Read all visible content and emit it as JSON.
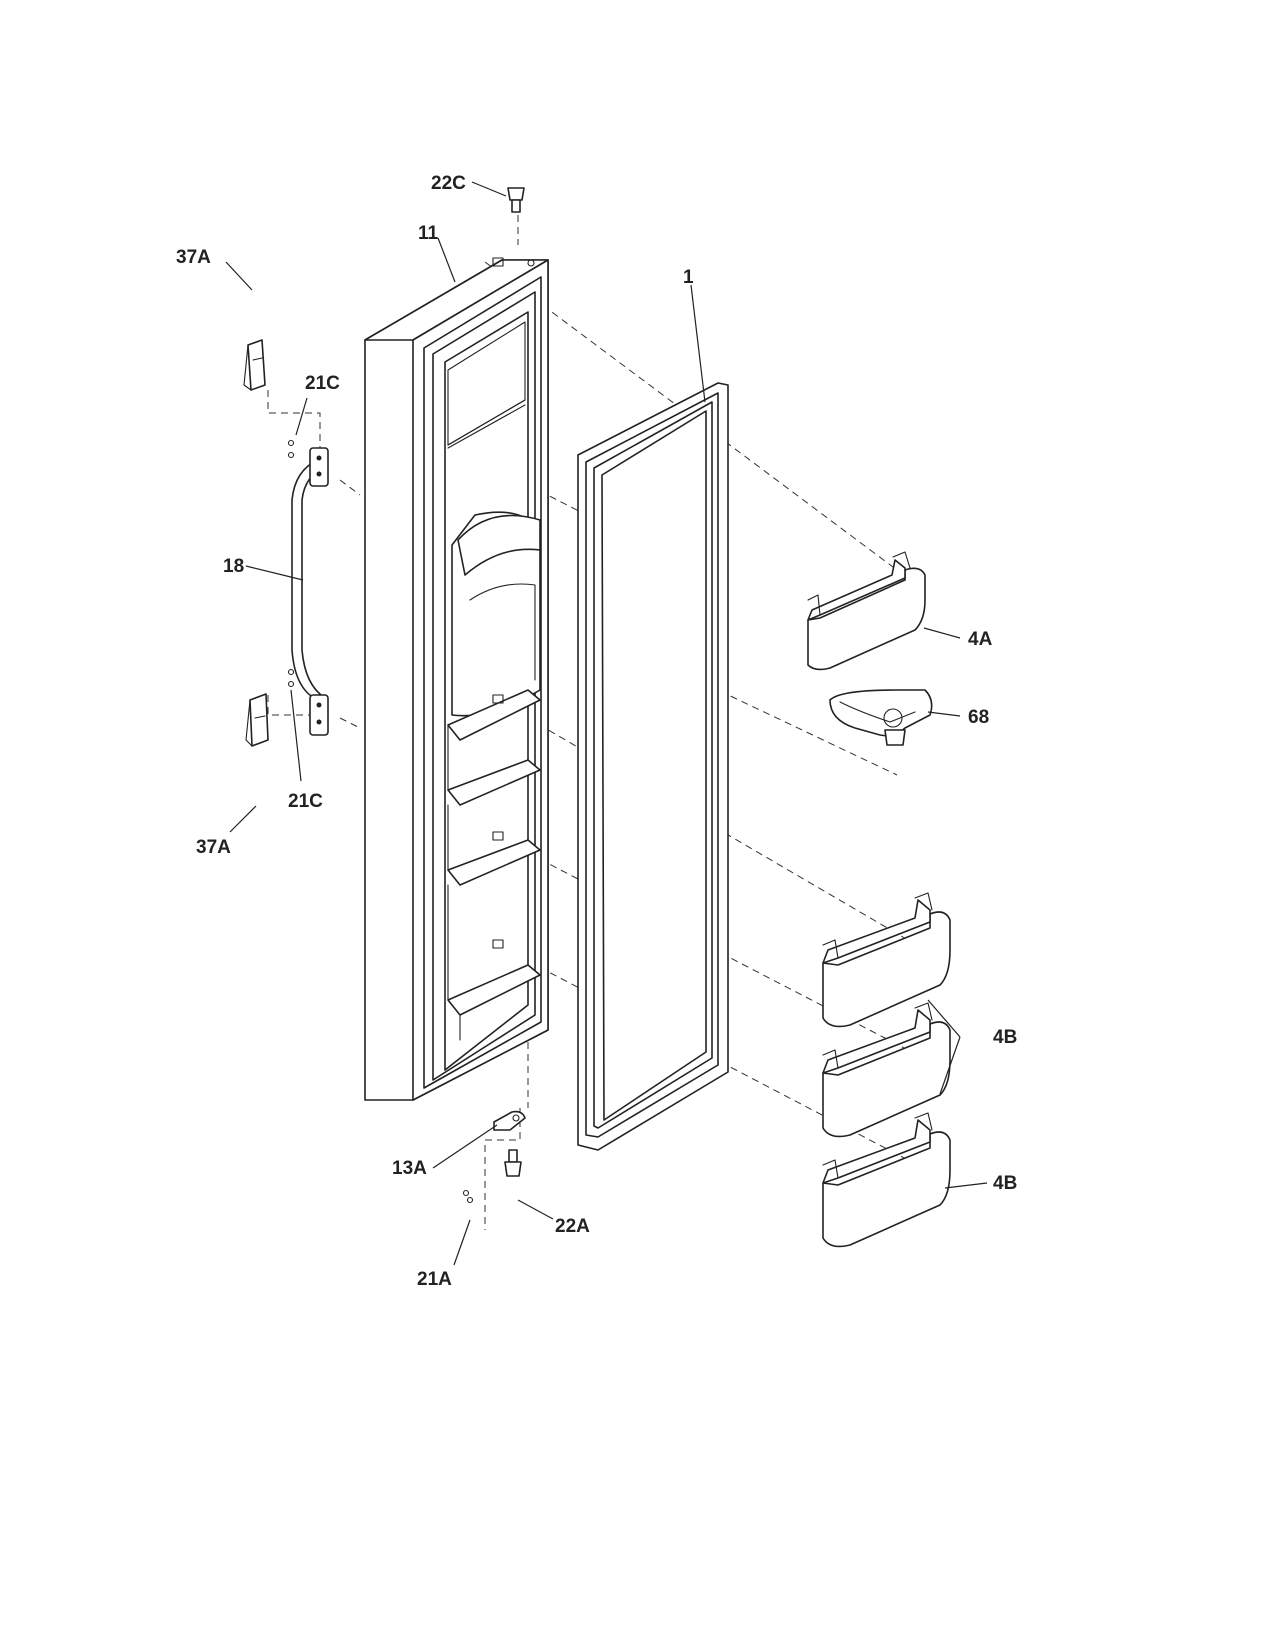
{
  "labels": {
    "l_22C_top": "22C",
    "l_11": "11",
    "l_37A_top": "37A",
    "l_21C_top": "21C",
    "l_1": "1",
    "l_18": "18",
    "l_4A": "4A",
    "l_68": "68",
    "l_21C_bottom": "21C",
    "l_37A_bottom": "37A",
    "l_4B_pair": "4B",
    "l_4B_single": "4B",
    "l_13A": "13A",
    "l_22A": "22A",
    "l_21A": "21A"
  }
}
